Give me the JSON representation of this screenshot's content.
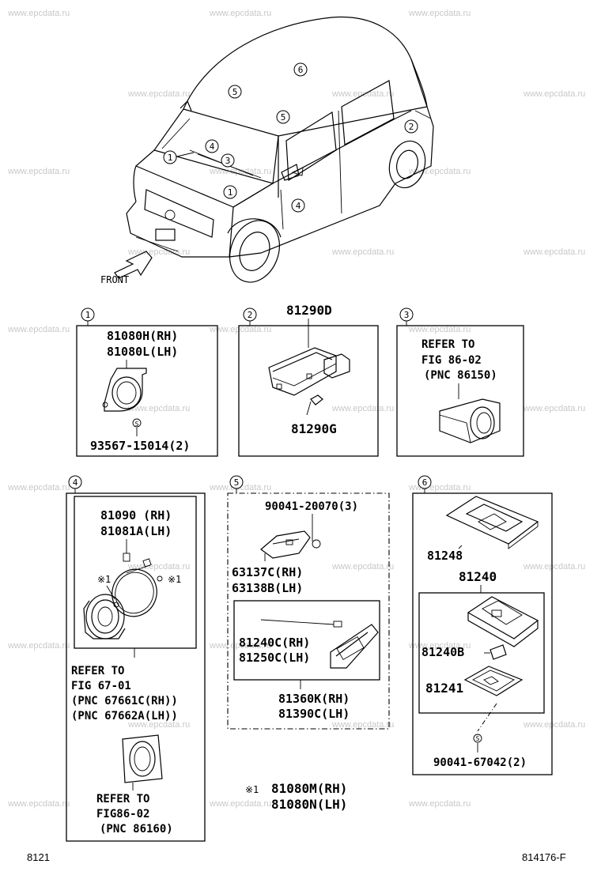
{
  "watermark": "www.epcdata.ru",
  "overview": {
    "front_label": "FRONT",
    "callouts": [
      "1",
      "2",
      "3",
      "4",
      "5",
      "6"
    ]
  },
  "box1": {
    "num": "1",
    "parts": [
      "81080H(RH)",
      "81080L(LH)"
    ],
    "screw_symbol": "S",
    "bottom": "93567-15014(2)"
  },
  "box2": {
    "num": "2",
    "top": "81290D",
    "bottom": "81290G"
  },
  "box3": {
    "num": "3",
    "refer": [
      "REFER TO",
      "FIG 86-02",
      "(PNC 86150)"
    ]
  },
  "box4": {
    "num": "4",
    "parts": [
      "81090 (RH)",
      "81081A(LH)"
    ],
    "marks": [
      "※1",
      "※1"
    ],
    "refer1": [
      "REFER TO",
      "FIG 67-01",
      "(PNC 67661C(RH))",
      "(PNC 67662A(LH))"
    ],
    "refer2": [
      "REFER TO",
      "FIG86-02",
      "(PNC 86160)"
    ]
  },
  "box5": {
    "num": "5",
    "bolt": "90041-20070(3)",
    "parts": [
      "63137C(RH)",
      "63138B(LH)"
    ],
    "inner": [
      "81240C(RH)",
      "81250C(LH)"
    ],
    "bottom": [
      "81360K(RH)",
      "81390C(LH)"
    ]
  },
  "box6": {
    "num": "6",
    "p1": "81248",
    "p2": "81240",
    "p3": "81240B",
    "p4": "81241",
    "screw_symbol": "S",
    "bottom": "90041-67042(2)"
  },
  "note": {
    "mark": "※1",
    "lines": [
      "81080M(RH)",
      "81080N(LH)"
    ]
  },
  "footer": {
    "left": "8121",
    "right": "814176-F"
  }
}
